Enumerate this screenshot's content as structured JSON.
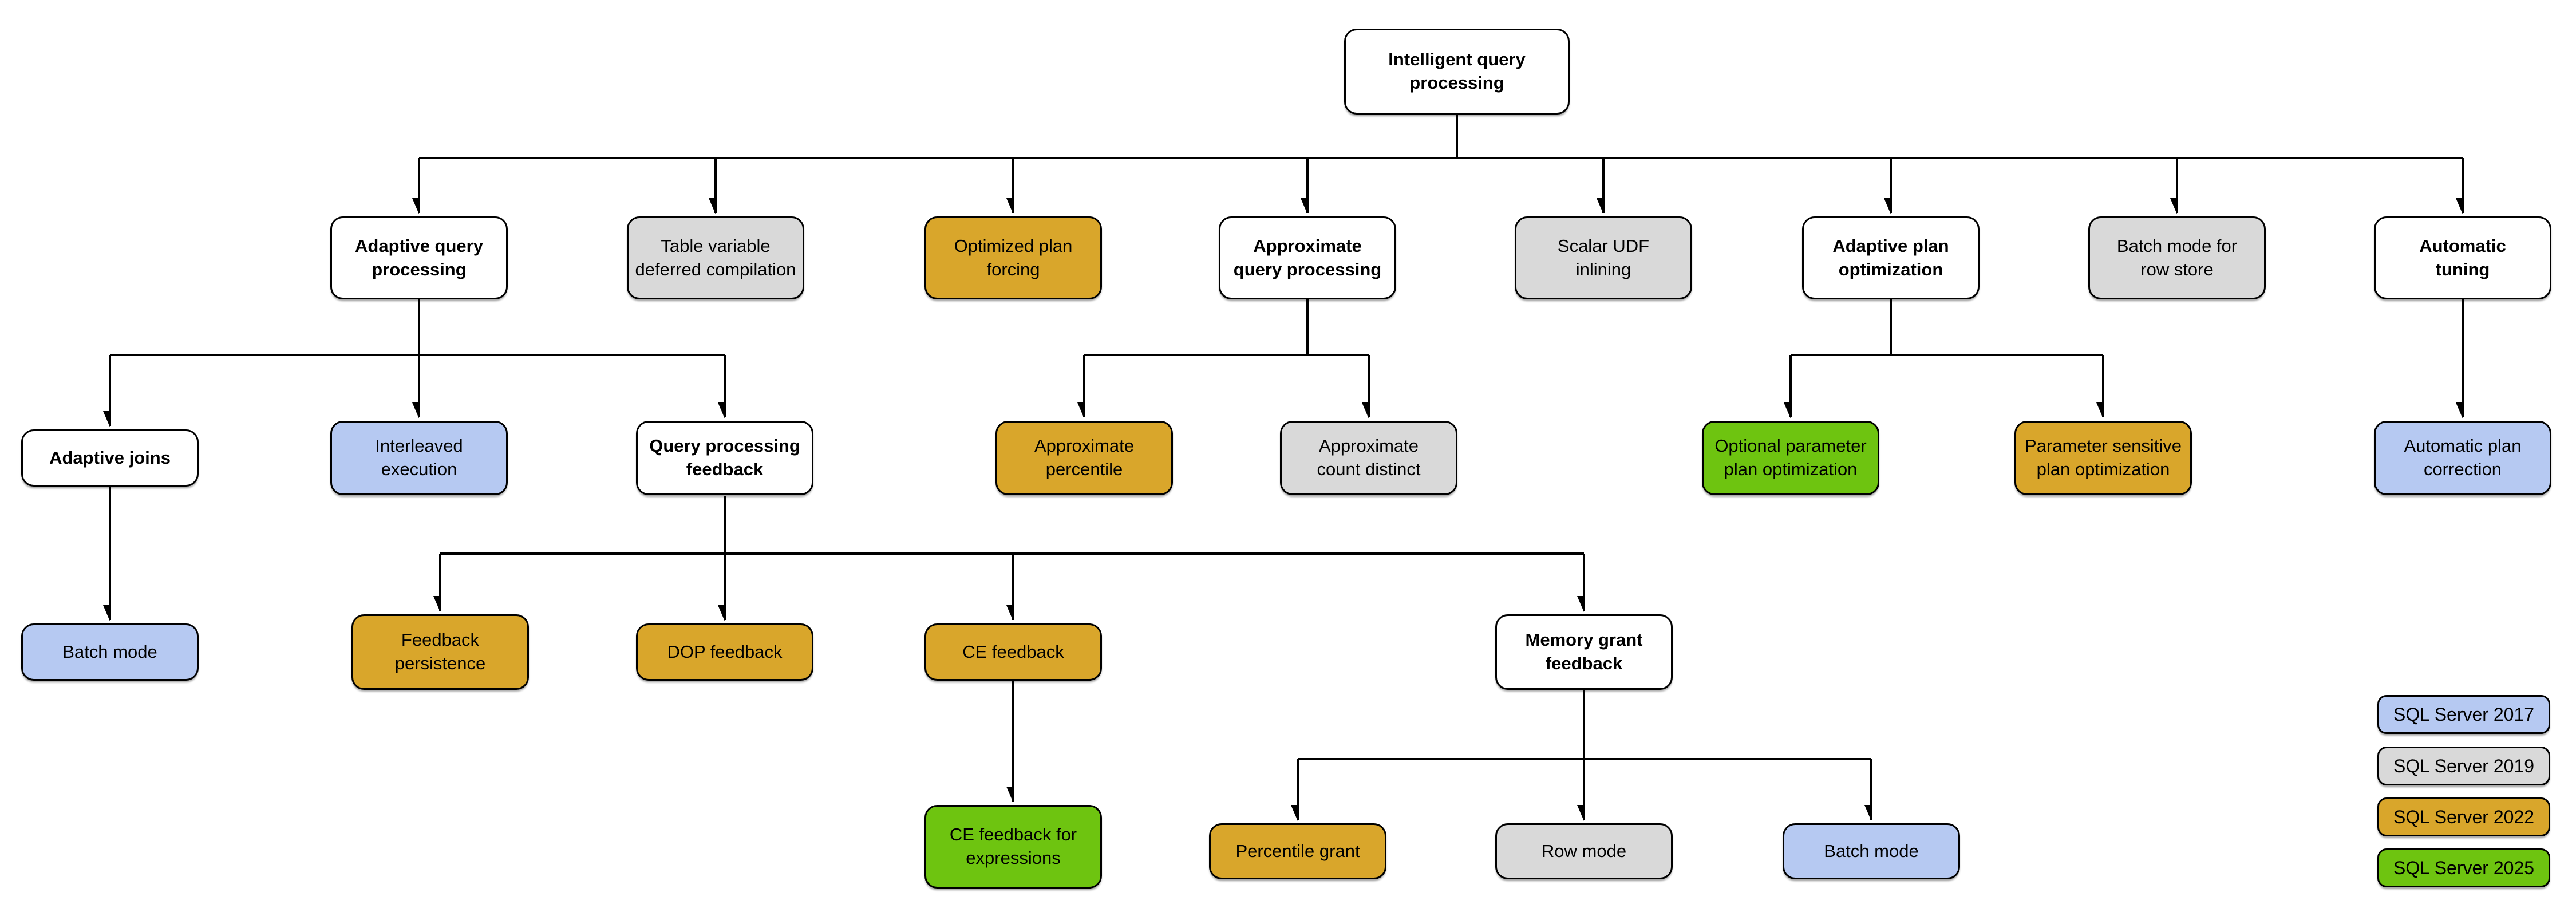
{
  "colors": {
    "parent": "#ffffff",
    "2017": "#b6c9f2",
    "2019": "#d9d9d9",
    "2022": "#d9a62b",
    "2025": "#6ec410"
  },
  "nodes": [
    {
      "id": "intelligent-query-processing",
      "label": "Intelligent query\nprocessing",
      "category": "parent"
    },
    {
      "id": "adaptive-query-processing",
      "label": "Adaptive query\nprocessing",
      "category": "parent"
    },
    {
      "id": "table-variable-deferred-compilation",
      "label": "Table variable\ndeferred compilation",
      "category": "2019"
    },
    {
      "id": "optimized-plan-forcing",
      "label": "Optimized plan\nforcing",
      "category": "2022"
    },
    {
      "id": "approximate-query-processing",
      "label": "Approximate\nquery processing",
      "category": "parent"
    },
    {
      "id": "scalar-udf-inlining",
      "label": "Scalar UDF\ninlining",
      "category": "2019"
    },
    {
      "id": "adaptive-plan-optimization",
      "label": "Adaptive plan\noptimization",
      "category": "parent"
    },
    {
      "id": "batch-mode-for-row-store",
      "label": "Batch mode for\nrow store",
      "category": "2019"
    },
    {
      "id": "automatic-tuning",
      "label": "Automatic\ntuning",
      "category": "parent"
    },
    {
      "id": "adaptive-joins",
      "label": "Adaptive joins",
      "category": "parent"
    },
    {
      "id": "interleaved-execution",
      "label": "Interleaved\nexecution",
      "category": "2017"
    },
    {
      "id": "query-processing-feedback",
      "label": "Query processing\nfeedback",
      "category": "parent"
    },
    {
      "id": "approximate-percentile",
      "label": "Approximate\npercentile",
      "category": "2022"
    },
    {
      "id": "approximate-count-distinct",
      "label": "Approximate\ncount distinct",
      "category": "2019"
    },
    {
      "id": "optional-parameter-plan-optimization",
      "label": "Optional parameter\nplan optimization",
      "category": "2025"
    },
    {
      "id": "parameter-sensitive-plan-optimization",
      "label": "Parameter sensitive\nplan optimization",
      "category": "2022"
    },
    {
      "id": "automatic-plan-correction",
      "label": "Automatic plan\ncorrection",
      "category": "2017"
    },
    {
      "id": "batch-mode-adaptive-joins",
      "label": "Batch mode",
      "category": "2017"
    },
    {
      "id": "feedback-persistence",
      "label": "Feedback\npersistence",
      "category": "2022"
    },
    {
      "id": "dop-feedback",
      "label": "DOP feedback",
      "category": "2022"
    },
    {
      "id": "ce-feedback",
      "label": "CE feedback",
      "category": "2022"
    },
    {
      "id": "memory-grant-feedback",
      "label": "Memory grant\nfeedback",
      "category": "parent"
    },
    {
      "id": "ce-feedback-for-expressions",
      "label": "CE feedback for\nexpressions",
      "category": "2025"
    },
    {
      "id": "percentile-grant",
      "label": "Percentile grant",
      "category": "2022"
    },
    {
      "id": "row-mode",
      "label": "Row mode",
      "category": "2019"
    },
    {
      "id": "batch-mode-memory-grant",
      "label": "Batch mode",
      "category": "2017"
    }
  ],
  "legend": [
    {
      "label": "SQL Server 2017",
      "category": "2017"
    },
    {
      "label": "SQL Server 2019",
      "category": "2019"
    },
    {
      "label": "SQL Server 2022",
      "category": "2022"
    },
    {
      "label": "SQL Server 2025",
      "category": "2025"
    }
  ]
}
